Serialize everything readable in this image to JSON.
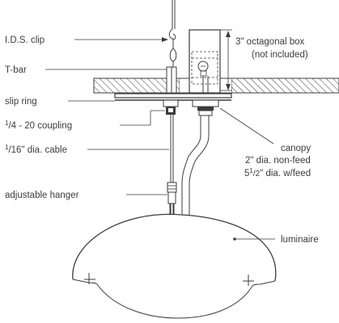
{
  "labels": {
    "ids_clip": "I.D.S. clip",
    "t_bar": "T-bar",
    "octagonal_box_line1": "3\" octagonal box",
    "octagonal_box_line2": "(not included)",
    "slip_ring": "slip ring",
    "coupling_sup": "1",
    "coupling_sub": "/4",
    "coupling_rest": " - 20 coupling",
    "cable_sup": "1",
    "cable_sub": "/16",
    "cable_rest": "\" dia. cable",
    "canopy_line1": "canopy",
    "canopy_line2": "2\" dia. non-feed",
    "canopy_line3_a": "5",
    "canopy_line3_sup": "1",
    "canopy_line3_sub": "/2",
    "canopy_line3_b": "\" dia. w/feed",
    "adjustable_hanger": "adjustable hanger",
    "luminaire": "luminaire"
  },
  "colors": {
    "ink": "#3c3c3c",
    "background": "#ffffff"
  }
}
